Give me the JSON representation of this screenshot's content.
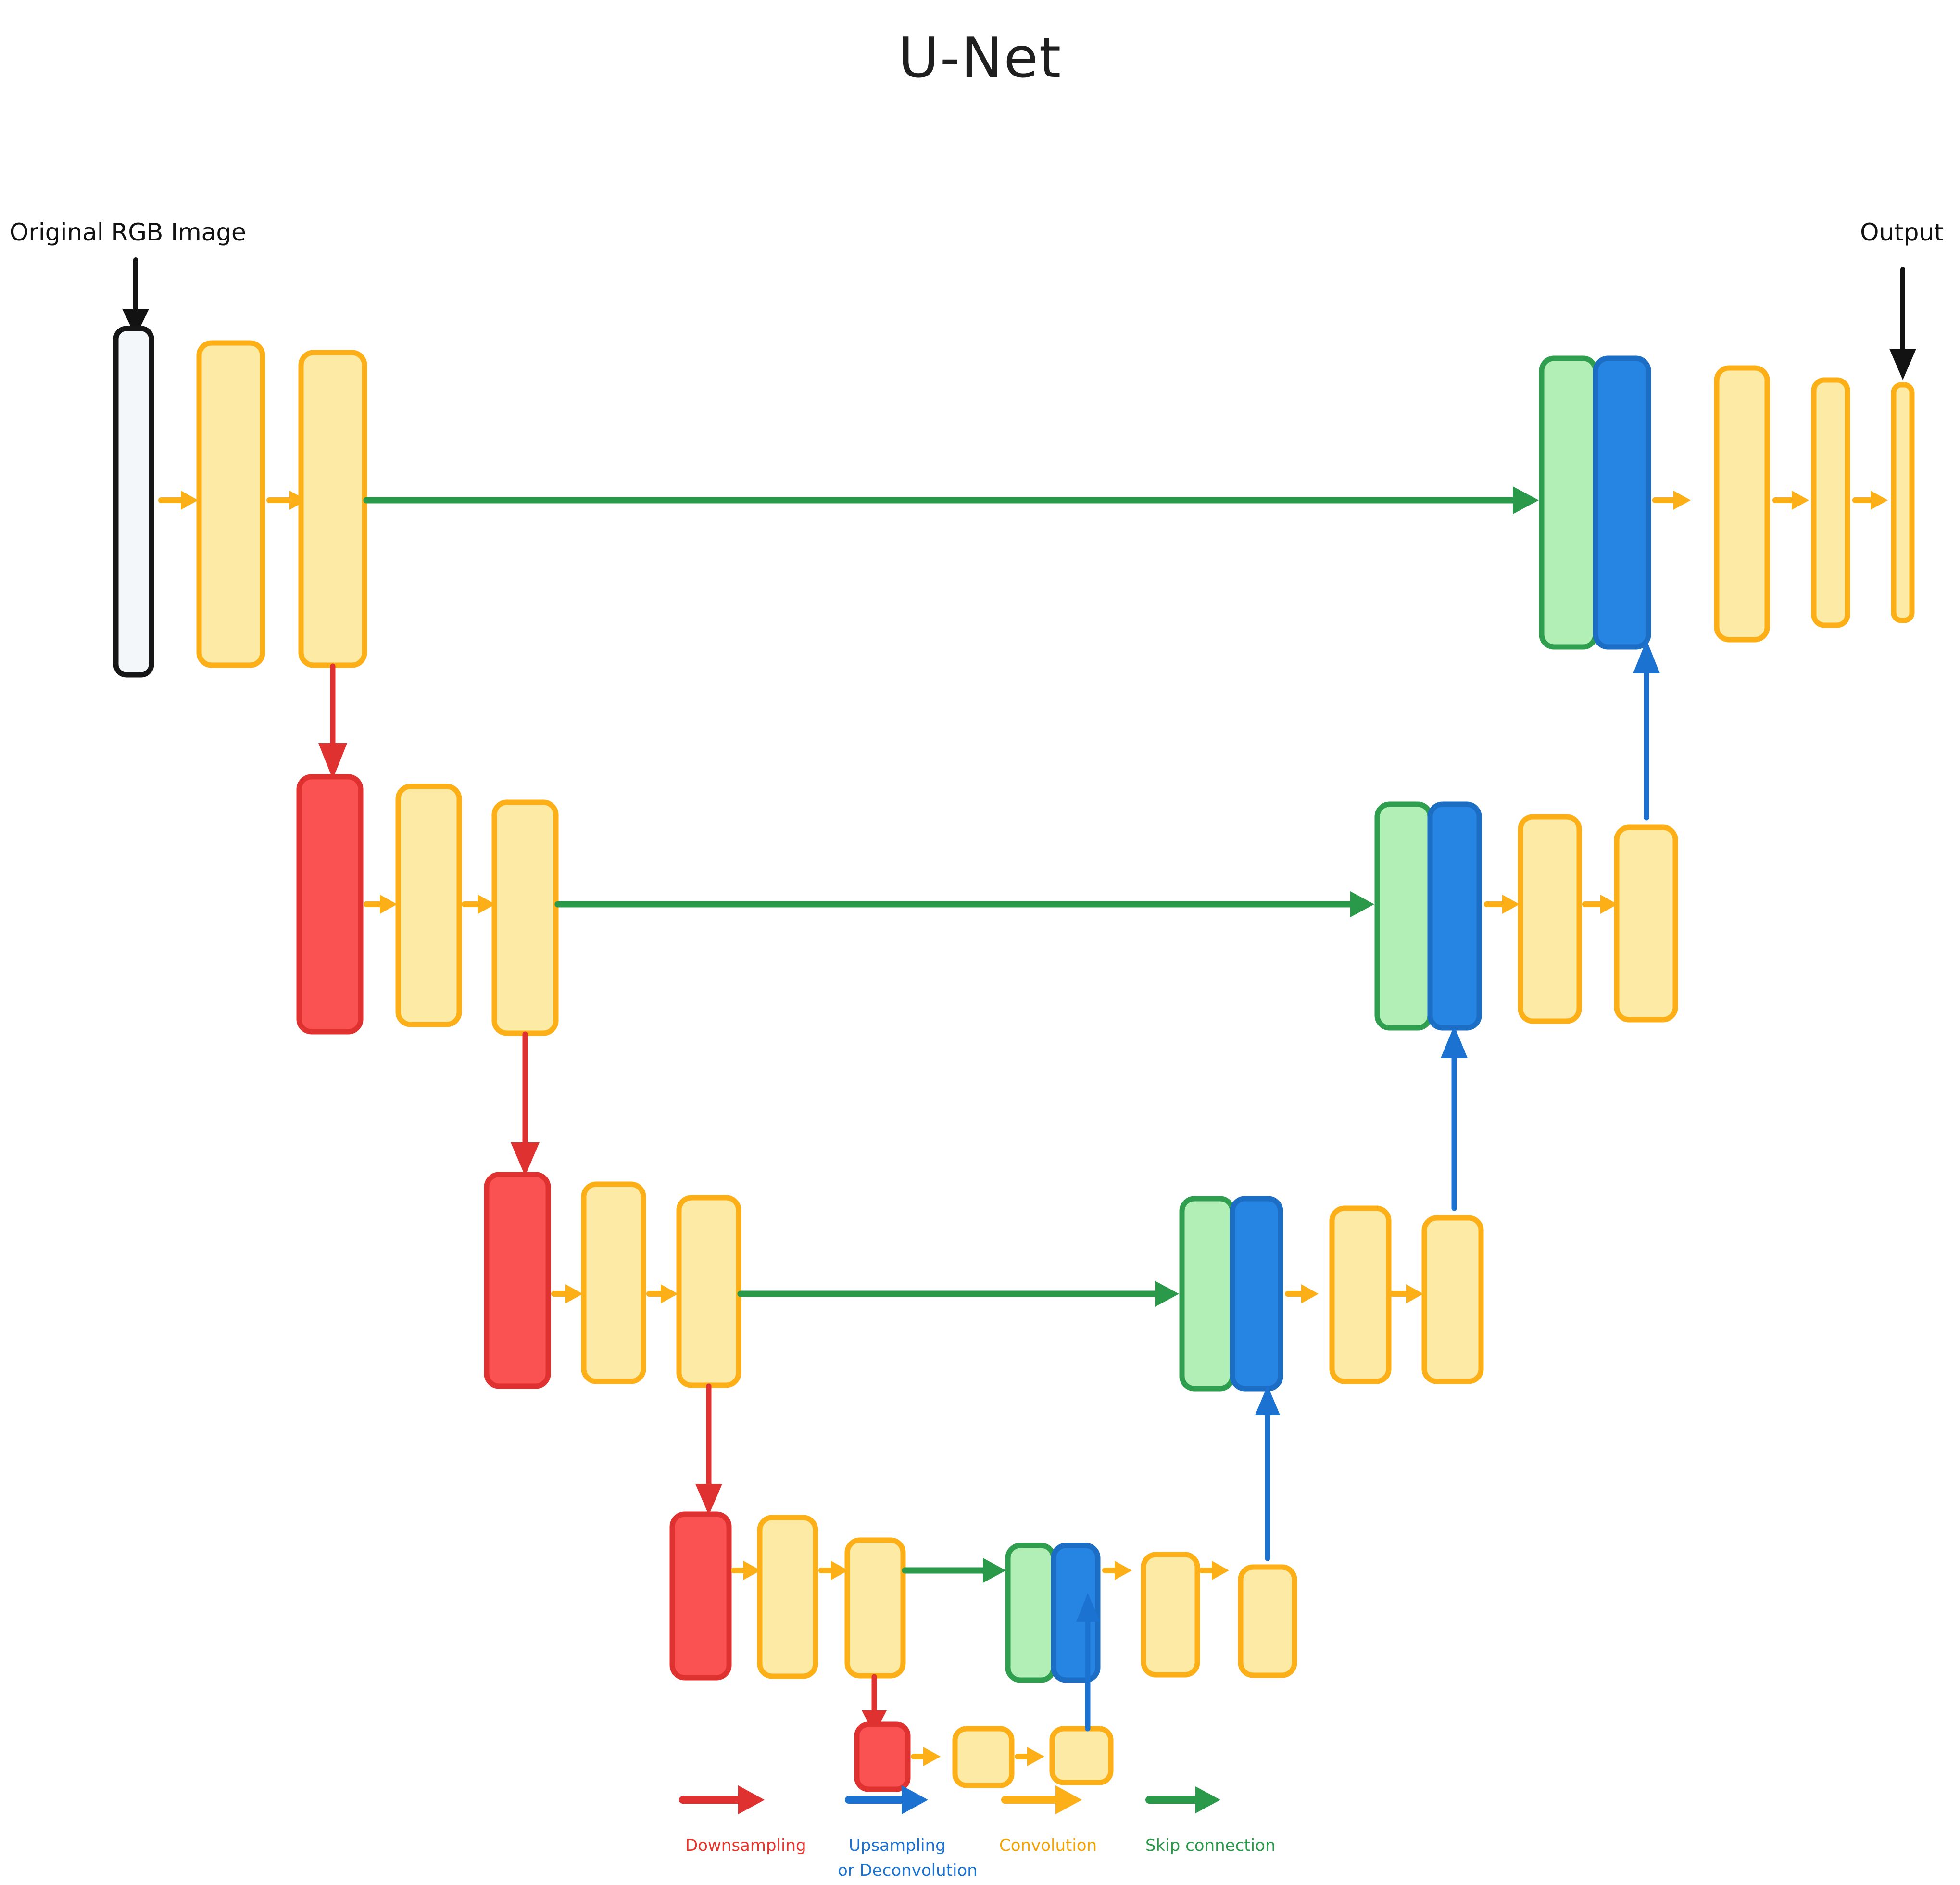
{
  "title": "U-Net",
  "labels": {
    "input": "Original RGB Image",
    "output": "Output"
  },
  "legend": {
    "items": [
      {
        "name": "downsampling",
        "label": "Downsampling",
        "label2": "",
        "color": "#e8342a",
        "arrow_color": "#e03131"
      },
      {
        "name": "upsampling",
        "label": "Upsampling",
        "label2": "or Deconvolution",
        "color": "#1b72d1",
        "arrow_color": "#1b72d1"
      },
      {
        "name": "convolution",
        "label": "Convolution",
        "label2": "",
        "color": "#f5a100",
        "arrow_color": "#fcaf17"
      },
      {
        "name": "skip-connection",
        "label": "Skip connection",
        "label2": "",
        "color": "#2a9a4a",
        "arrow_color": "#2a9a4a"
      }
    ]
  },
  "colors": {
    "feature_map": "#fdeaa5",
    "feature_map_border": "#fcaf17",
    "downsample": "#fa5252",
    "downsample_border": "#e03131",
    "skip_concat": "#b2efb6",
    "skip_concat_border": "#2f9e4f",
    "upsample": "#2684e3",
    "upsample_border": "#1c6dc4",
    "input_box": "#f4f7fa",
    "input_box_border": "#161616"
  },
  "architecture": {
    "type": "encoder-decoder-unet",
    "depth_levels": 5,
    "levels": [
      {
        "level": 1,
        "encoder": [
          "input-image",
          "conv-block",
          "conv-block"
        ],
        "decoder": [
          "skip-concat",
          "upsampled",
          "conv-block",
          "conv-block",
          "output-map"
        ]
      },
      {
        "level": 2,
        "encoder": [
          "downsample",
          "conv-block",
          "conv-block"
        ],
        "decoder": [
          "skip-concat",
          "upsampled",
          "conv-block",
          "conv-block"
        ]
      },
      {
        "level": 3,
        "encoder": [
          "downsample",
          "conv-block",
          "conv-block"
        ],
        "decoder": [
          "skip-concat",
          "upsampled",
          "conv-block",
          "conv-block"
        ]
      },
      {
        "level": 4,
        "encoder": [
          "downsample",
          "conv-block",
          "conv-block"
        ],
        "decoder": [
          "skip-concat",
          "upsampled",
          "conv-block",
          "conv-block"
        ]
      },
      {
        "level": 5,
        "encoder": [
          "downsample",
          "conv-block",
          "conv-block"
        ],
        "decoder": []
      }
    ]
  }
}
